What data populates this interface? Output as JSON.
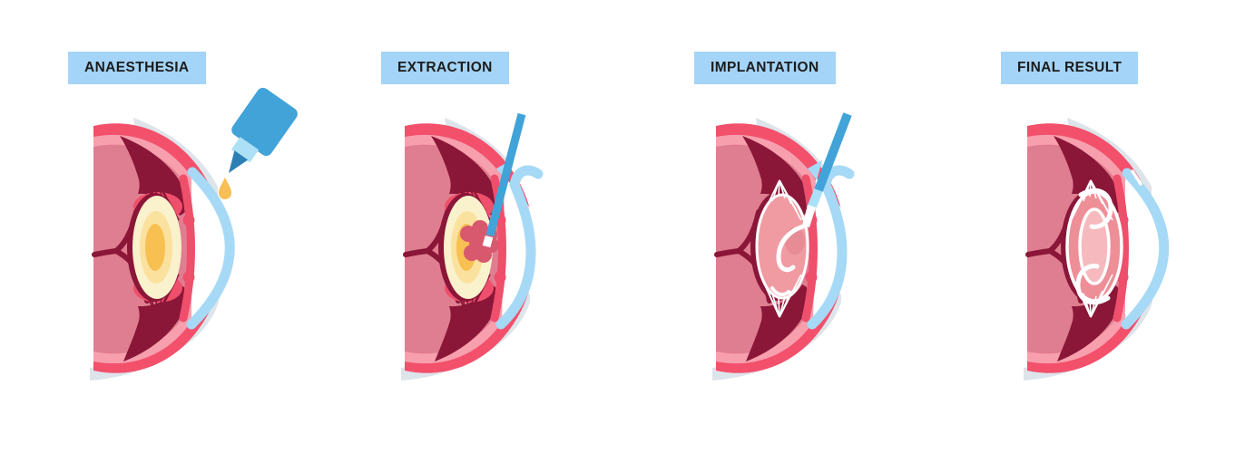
{
  "panels": [
    {
      "id": "anaesthesia",
      "label": "ANAESTHESIA",
      "tool_icon": "eye-dropper-bottle-icon"
    },
    {
      "id": "extraction",
      "label": "EXTRACTION",
      "tool_icon": "phaco-probe-icon"
    },
    {
      "id": "implantation",
      "label": "IMPLANTATION",
      "tool_icon": "iol-injector-icon"
    },
    {
      "id": "final-result",
      "label": "FINAL RESULT",
      "tool_icon": "none"
    }
  ],
  "colors": {
    "label-bg": "#a4d4f7",
    "label-text": "#1c1c1c",
    "sclera-gray": "#dde4ea",
    "eye-red": "#f2506b",
    "iris-red": "#ee4f6b",
    "retina-pink": "#f89fae",
    "scallop-pink": "#d97389",
    "vitreous-pink": "#e07e91",
    "deep-maroon": "#8a1638",
    "lens-cream": "#faf1cd",
    "lens-yellow": "#fbe19e",
    "lens-amber": "#f8bf51",
    "cornea-blue": "#a6d9f6",
    "tool-blue": "#42a3d9",
    "tool-blue-dark": "#2d80b5",
    "tool-blue-light": "#ace0f6",
    "drop-amber": "#f7bf55",
    "cataract-blob": "#d8586e",
    "capsule-pink": "#f09ba2",
    "iol-pink": "#ee8e97",
    "iol-inner-pink": "#f6babe",
    "iol-shadow-pink": "#e78b95",
    "white": "#ffffff"
  }
}
